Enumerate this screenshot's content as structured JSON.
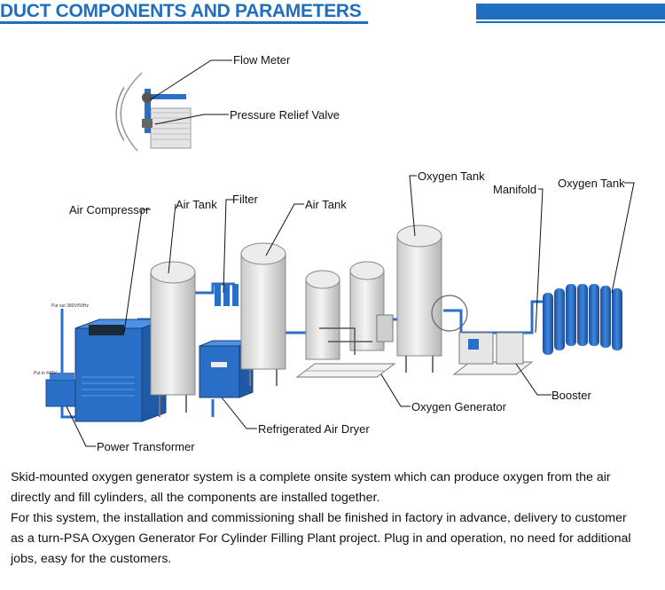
{
  "header": {
    "title": "DUCT COMPONENTS AND PARAMETERS"
  },
  "labels": {
    "flow_meter": "Flow Meter",
    "pressure_relief_valve": "Pressure Relief Valve",
    "air_compressor": "Air Compressor",
    "air_tank_1": "Air Tank",
    "filter": "Filter",
    "air_tank_2": "Air Tank",
    "oxygen_tank_1": "Oxygen Tank",
    "manifold": "Manifold",
    "oxygen_tank_2": "Oxygen Tank",
    "booster": "Booster",
    "oxygen_generator": "Oxygen Generator",
    "refrigerated_air_dryer": "Refrigerated Air Dryer",
    "power_transformer": "Power Transformer"
  },
  "description": {
    "lines": [
      "Skid-mounted oxygen generator system is a complete onsite system which can produce oxygen from the air",
      "directly and fill cylinders, all the components are installed together.",
      "For this system, the installation and commissioning shall be finished in factory in advance, delivery to customer",
      "as a turn-PSA Oxygen Generator For Cylinder Filling Plant project. Plug in and operation, no need for additional",
      "jobs, easy for the customers."
    ]
  },
  "colors": {
    "brand_blue": "#1f6fbf",
    "equipment_blue": "#2a6fc7",
    "tank_gray": "#d8d8d8"
  }
}
